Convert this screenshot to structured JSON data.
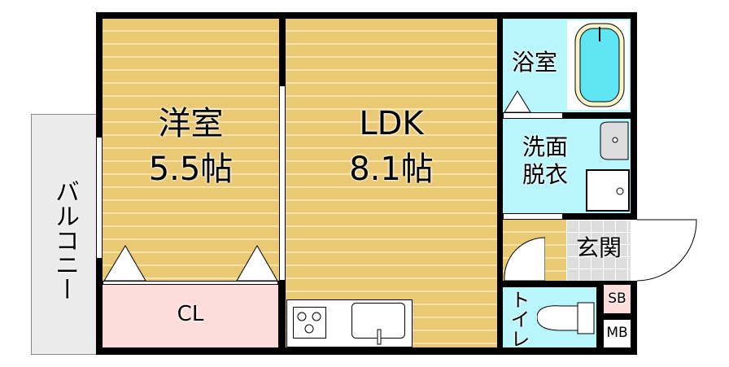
{
  "rooms": {
    "western": {
      "name": "洋室",
      "size": "5.5帖"
    },
    "ldk": {
      "name": "LDK",
      "size": "8.1帖"
    },
    "bath": {
      "name": "浴室"
    },
    "washroom": {
      "name_line1": "洗面",
      "name_line2": "脱衣"
    },
    "entrance": {
      "name": "玄関"
    },
    "toilet": {
      "name": "トイレ"
    },
    "closet": {
      "name": "CL"
    },
    "shoebox": {
      "name": "SB"
    },
    "meterbox": {
      "name": "MB"
    },
    "balcony": {
      "name": "バルコニー"
    }
  },
  "colors": {
    "wood": "#e9c974",
    "water": "#b9f6fc",
    "storage": "#ffdcdc",
    "balcony": "#ebebeb"
  }
}
